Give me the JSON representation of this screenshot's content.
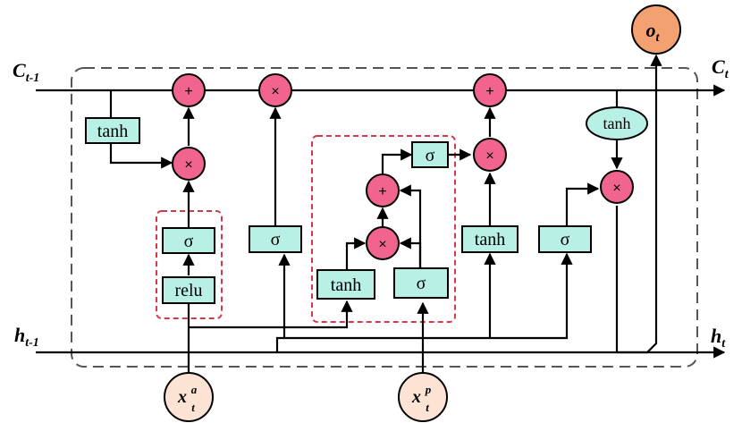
{
  "labels": {
    "cell_prev": {
      "main": "C",
      "sub": "t-1"
    },
    "cell_next": {
      "main": "C",
      "sub": "t"
    },
    "hidden_prev": {
      "main": "h",
      "sub": "t-1"
    },
    "hidden_next": {
      "main": "h",
      "sub": "t"
    },
    "output": {
      "main": "o",
      "sub": "t"
    },
    "input_a": {
      "main": "x",
      "sub": "t",
      "sup": "a"
    },
    "input_p": {
      "main": "x",
      "sub": "t",
      "sup": "p"
    }
  },
  "boxes": {
    "tanh_top_left": "tanh",
    "sigma_relu": "σ",
    "relu": "relu",
    "sigma_forget": "σ",
    "tanh_inner": "tanh",
    "sigma_inner_bottom": "σ",
    "sigma_inner_top": "σ",
    "tanh_candidate": "tanh",
    "sigma_output": "σ",
    "tanh_output_ellipse": "tanh"
  },
  "ops": {
    "plus": "+",
    "times": "×"
  },
  "colors": {
    "box_fill": "#b8f0e6",
    "op_fill": "#f0648e",
    "output_fill": "#f4a172",
    "input_fill": "#fde3d3",
    "highlight_border": "#d23a4a",
    "frame_border": "#555555"
  }
}
